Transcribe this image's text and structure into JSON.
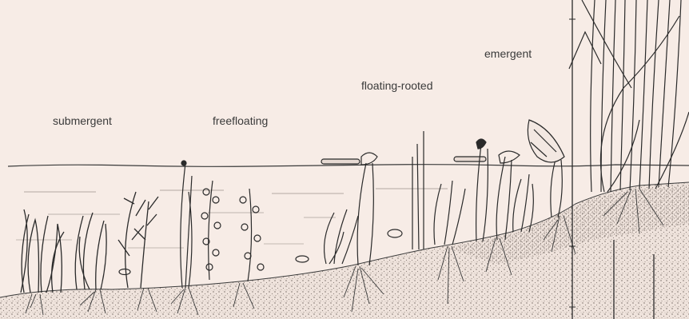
{
  "zones": {
    "submergent": "submergent",
    "freefloating": "freefloating",
    "floating_rooted": "floating-rooted",
    "emergent": "emergent"
  },
  "colors": {
    "background": "#f7ece6",
    "ink": "#2a2a2a",
    "sediment": "#c9bcb4"
  }
}
